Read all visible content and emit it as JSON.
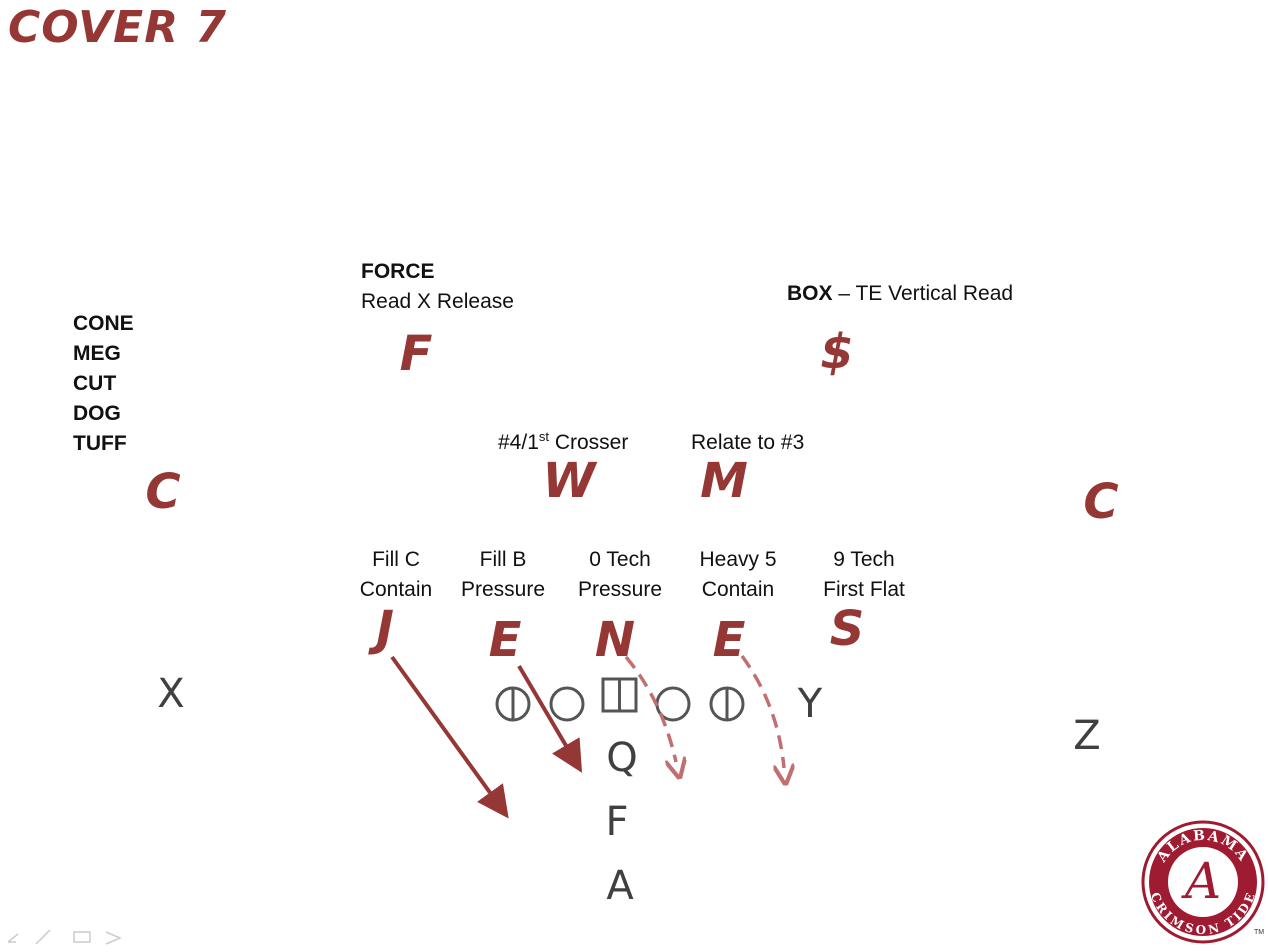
{
  "title": "COVER 7",
  "calls": [
    "CONE",
    "MEG",
    "CUT",
    "DOG",
    "TUFF"
  ],
  "force_note": {
    "bold": "FORCE",
    "text": "Read X Release"
  },
  "box_note": {
    "bold": "BOX",
    "text": " – TE Vertical Read"
  },
  "w_note": {
    "prefix": "#4/1",
    "sup": "st",
    "suffix": " Crosser"
  },
  "m_note": "Relate to #3",
  "front_notes": [
    {
      "l1": "Fill C",
      "l2": "Contain"
    },
    {
      "l1": "Fill B",
      "l2": "Pressure"
    },
    {
      "l1": "0 Tech",
      "l2": "Pressure"
    },
    {
      "l1": "Heavy 5",
      "l2": "Contain"
    },
    {
      "l1": "9 Tech",
      "l2": "First Flat"
    }
  ],
  "defenders": {
    "F": "F",
    "money": "$",
    "W": "W",
    "M": "M",
    "C_left": "C",
    "C_right": "C",
    "J": "J",
    "E_left": "E",
    "N": "N",
    "E_right": "E",
    "S": "S"
  },
  "offense": {
    "X": "X",
    "Y": "Y",
    "Z": "Z",
    "Q": "Q",
    "F": "F",
    "A": "A"
  },
  "logo": {
    "top": "ALABAMA",
    "bottom": "CRIMSON TIDE",
    "letter": "A",
    "tm": "TM"
  },
  "colors": {
    "crimson": "#953735",
    "dashed": "#c07070",
    "offense": "#404040"
  }
}
